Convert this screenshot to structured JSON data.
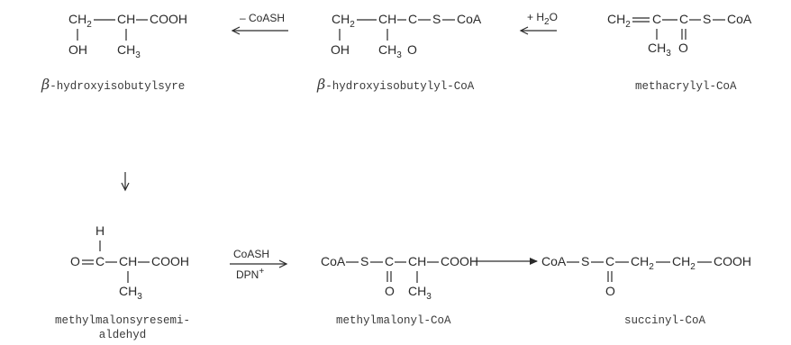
{
  "labels": {
    "hydroxyisobutyric_acid_prefix": "β",
    "hydroxyisobutyric_acid": "-hydroxyisobutylsyre",
    "hydroxyisobutyryl_coa_prefix": "β",
    "hydroxyisobutyryl_coa": "-hydroxyisobutylyl-CoA",
    "methacrylyl_coa": "methacrylyl-CoA",
    "methylmalonic_semialdehyde_line1": "methylmalonsyresemi-",
    "methylmalonic_semialdehyde_line2": "aldehyd",
    "methylmalonyl_coa": "methylmalonyl-CoA",
    "succinyl_coa": "succinyl-CoA"
  },
  "conditions": {
    "minus_coash": "– CoASH",
    "plus_h2o_main": "+ H",
    "plus_h2o_sub": "2",
    "plus_h2o_end": "O",
    "coash": "CoASH",
    "dpn_main": "DPN",
    "dpn_sup": "+"
  },
  "molecules": {
    "acid": {
      "top": "CH",
      "top_sub": "2",
      "mid": "CH",
      "end": "COOH",
      "oh": "OH",
      "me": "CH",
      "me_sub": "3"
    },
    "hib_coa": {
      "top": "CH",
      "top_sub": "2",
      "mid": "CH",
      "c": "C",
      "s": "S",
      "coa": "CoA",
      "oh": "OH",
      "me": "CH",
      "me_sub": "3",
      "o": "O"
    },
    "meth_coa": {
      "top": "CH",
      "top_sub": "2",
      "c1": "C",
      "c2": "C",
      "s": "S",
      "coa": "CoA",
      "me": "CH",
      "me_sub": "3",
      "o": "O"
    },
    "semi": {
      "h": "H",
      "o": "O",
      "c": "C",
      "mid": "CH",
      "end": "COOH",
      "me": "CH",
      "me_sub": "3"
    },
    "mm_coa": {
      "coa": "CoA",
      "s": "S",
      "c": "C",
      "mid": "CH",
      "end": "COOH",
      "o": "O",
      "me": "CH",
      "me_sub": "3"
    },
    "succ_coa": {
      "coa": "CoA",
      "s": "S",
      "c": "C",
      "ch2a": "CH",
      "ch2a_sub": "2",
      "ch2b": "CH",
      "ch2b_sub": "2",
      "end": "COOH",
      "o": "O"
    }
  }
}
